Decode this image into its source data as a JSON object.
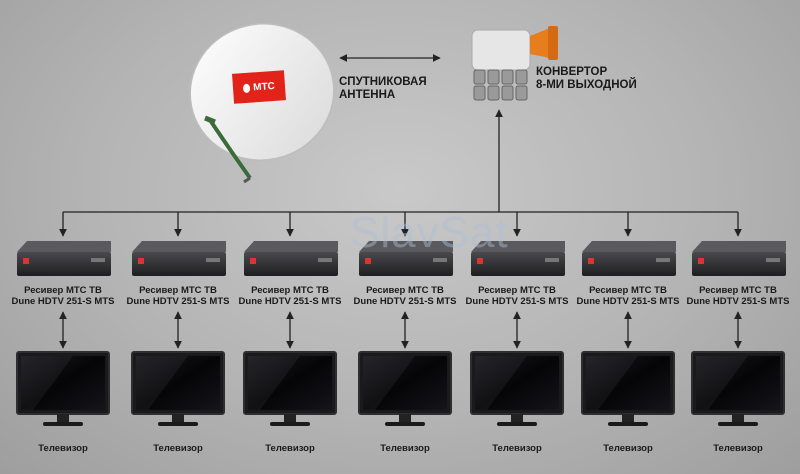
{
  "dish": {
    "logo_text": "МТС"
  },
  "labels": {
    "antenna_line1": "СПУТНИКОВАЯ",
    "antenna_line2": "АНТЕННА",
    "converter_line1": "КОНВЕРТОР",
    "converter_line2": "8-МИ ВЫХОДНОЙ"
  },
  "watermark": "SlavSat",
  "receiver": {
    "line1": "Ресивер МТС ТВ",
    "line2": "Dune HDTV 251-S MTS"
  },
  "tv_label": "Телевизор",
  "colors": {
    "logo_red": "#e2231a",
    "converter_orange": "#e87d1e",
    "line": "#222222"
  }
}
